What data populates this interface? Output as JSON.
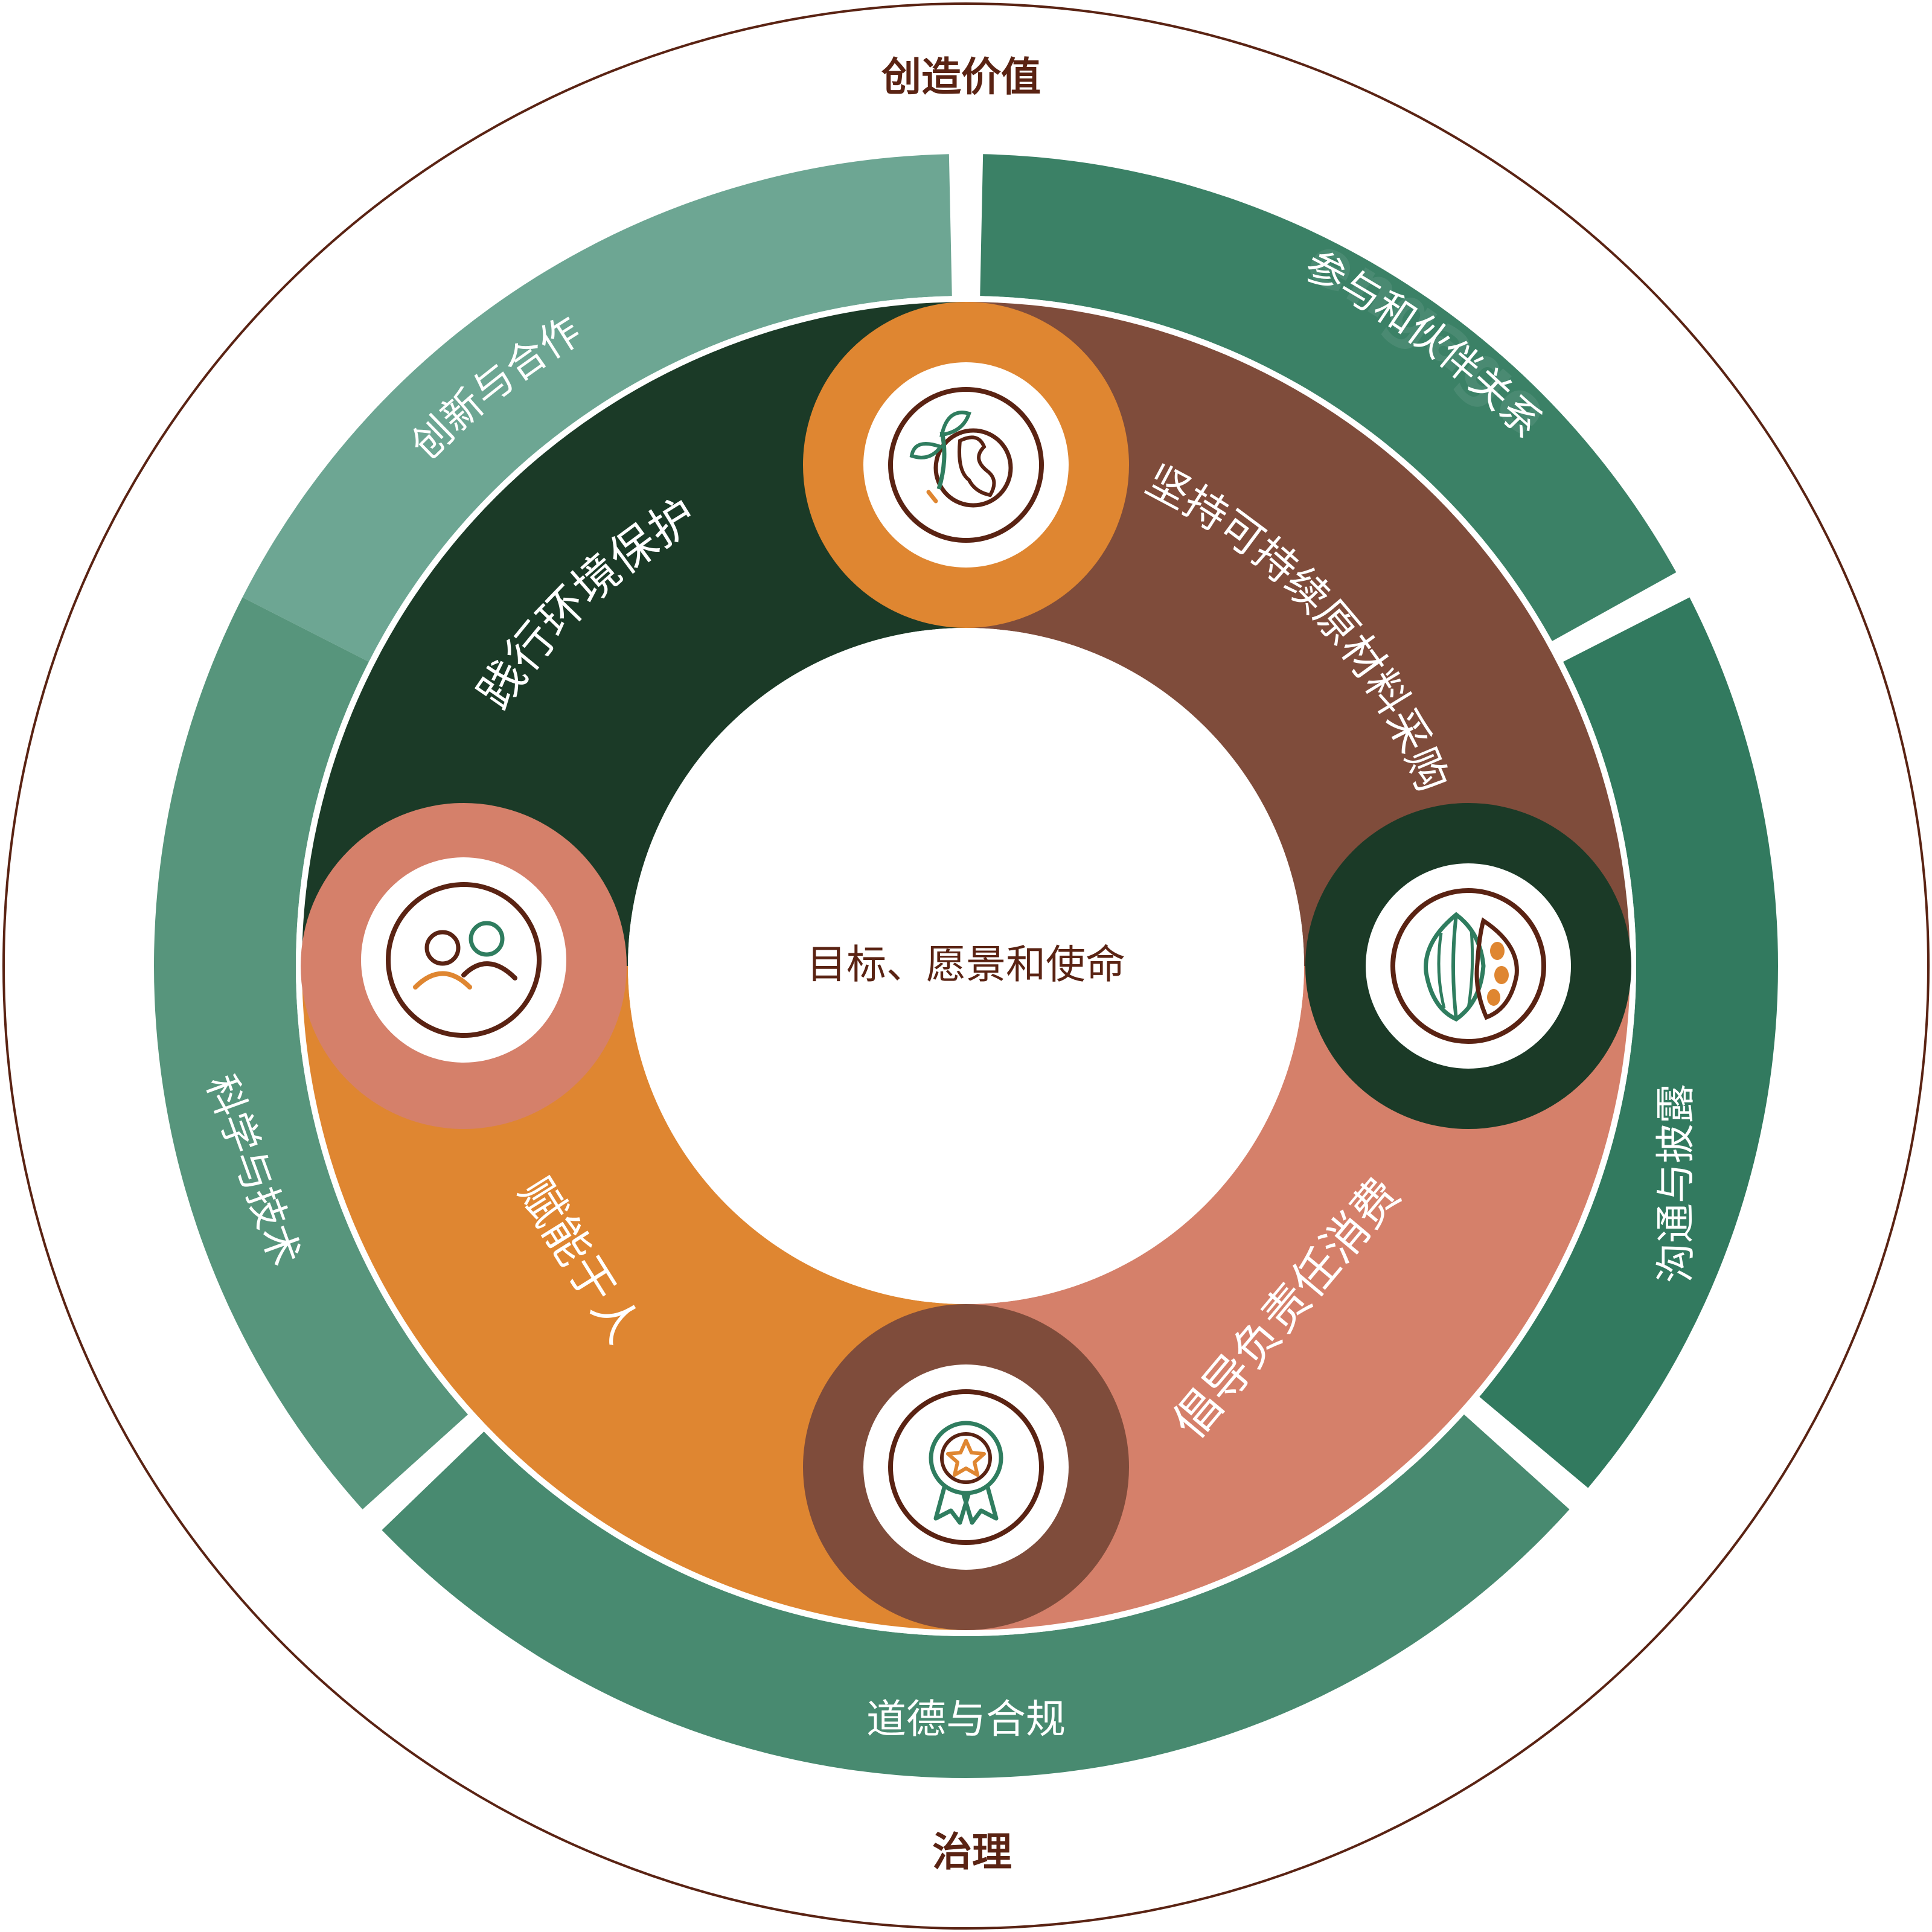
{
  "outer": {
    "top_label": "创造价值",
    "bottom_label": "治理"
  },
  "outer_ring": [
    {
      "label": "创新与合作",
      "color": "#6da693"
    },
    {
      "label": "参与和伙伴关系",
      "color": "#3b8166"
    },
    {
      "label": "沟通与披露",
      "color": "#327a5f"
    },
    {
      "label": "道德与合规",
      "color": "#488a70"
    },
    {
      "label": "科学与技术",
      "color": "#57957c"
    }
  ],
  "watermark_text": "engage & partnerships",
  "inner_ring": [
    {
      "label": "践行环境保护",
      "color": "#1b3a27",
      "icon": "earth-sprout-icon"
    },
    {
      "label": "坚持可持续原材料采购",
      "color": "#7f4c3b",
      "icon": "cacao-pod-icon"
    },
    {
      "label": "倡导负责任消费",
      "color": "#d5806a",
      "icon": "award-badge-icon"
    },
    {
      "label": "赋能于人",
      "color": "#df8631",
      "icon": "people-icon"
    }
  ],
  "center": {
    "label": "目标、愿景和使命"
  },
  "colors": {
    "text_brown": "#5a2313",
    "outline_brown": "#5a2313",
    "icon_green": "#2f7d5f",
    "icon_orange": "#df8631",
    "white": "#ffffff"
  }
}
